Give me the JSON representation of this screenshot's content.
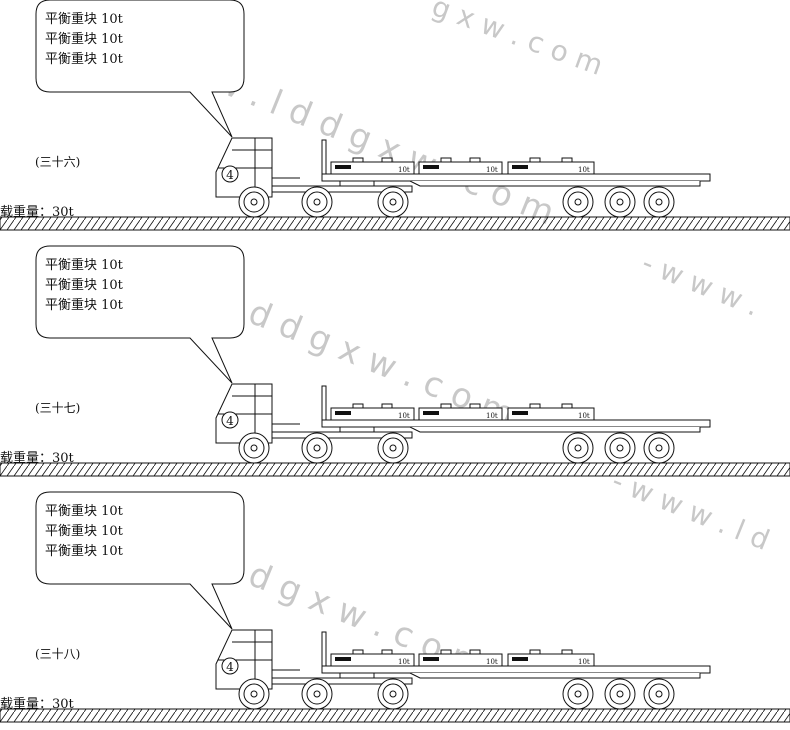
{
  "colors": {
    "line": "#111111",
    "watermark": "#c8c8c8",
    "background": "#ffffff"
  },
  "watermark": {
    "text_long": "w w w . l d d g x w . c o m",
    "text_right": "g x w . c o m",
    "text_right_tail": "- w w w .",
    "text_right_ld": "- w w w . l d"
  },
  "scenes": [
    {
      "step_label": "(三十六)",
      "load_label": "载重量：30t",
      "truck_badge": "4",
      "balloon_lines": [
        "平衡重块  10t",
        "平衡重块  10t",
        "平衡重块  10t"
      ],
      "block_marks": [
        "10t",
        "10t",
        "10t"
      ]
    },
    {
      "step_label": "(三十七)",
      "load_label": "载重量：30t",
      "truck_badge": "4",
      "balloon_lines": [
        "平衡重块  10t",
        "平衡重块  10t",
        "平衡重块  10t"
      ],
      "block_marks": [
        "10t",
        "10t",
        "10t"
      ]
    },
    {
      "step_label": "(三十八)",
      "load_label": "载重量：30t",
      "truck_badge": "4",
      "balloon_lines": [
        "平衡重块  10t",
        "平衡重块  10t",
        "平衡重块  10t"
      ],
      "block_marks": [
        "10t",
        "10t",
        "10t"
      ]
    }
  ]
}
